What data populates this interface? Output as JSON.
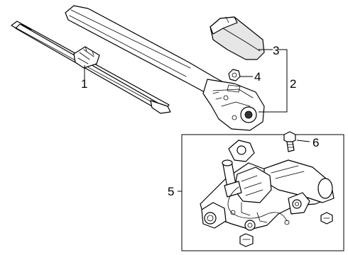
{
  "callouts": {
    "blade": "1",
    "arm": "2",
    "cap": "3",
    "nut": "4",
    "motor": "5",
    "bolt": "6"
  },
  "colors": {
    "line": "#000000",
    "background": "#ffffff",
    "shade": "#e6e6e6"
  }
}
